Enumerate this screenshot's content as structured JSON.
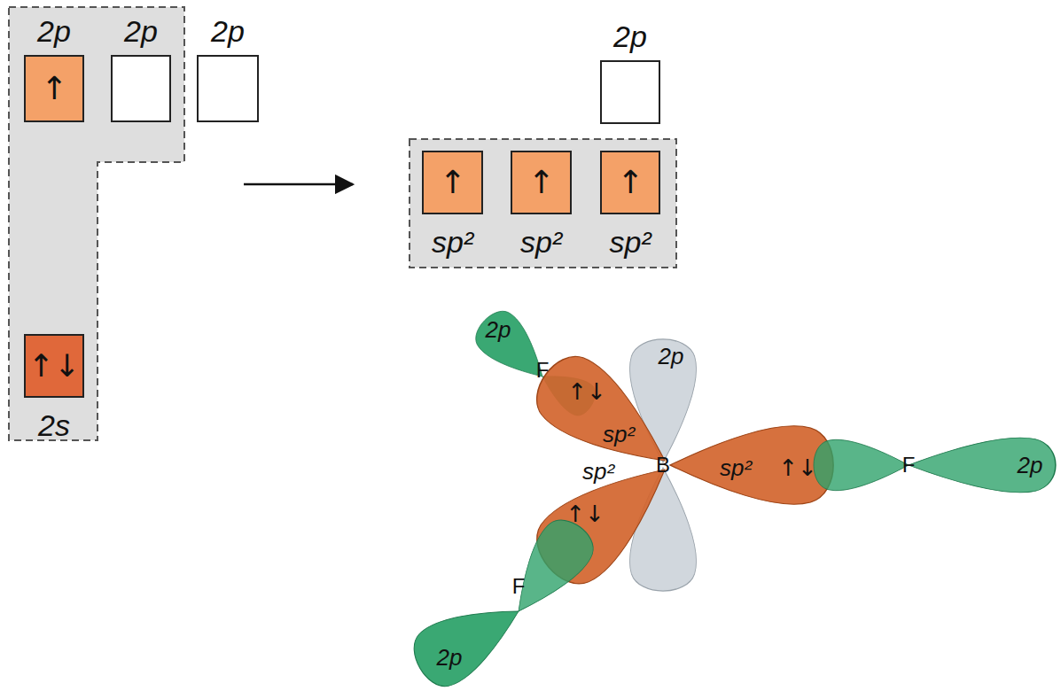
{
  "diagram": {
    "nodes": [
      {
        "text": [
          "2p",
          "↑"
        ]
      },
      {
        "text": [
          "2p"
        ]
      },
      {
        "text": [
          "2p"
        ]
      },
      {
        "text": [
          "↑↓",
          "2s"
        ]
      },
      {
        "text": [
          "2p"
        ]
      },
      {
        "text": [
          "↑",
          "sp²"
        ]
      },
      {
        "text": [
          "↑",
          "sp²"
        ]
      },
      {
        "text": [
          "↑",
          "sp²"
        ]
      }
    ],
    "labels": [
      "2p",
      "2p",
      "F",
      "↑↓",
      "sp²",
      "sp²",
      "B",
      "sp²",
      "↑↓",
      "F",
      "2p",
      "↑↓",
      "F",
      "2p"
    ]
  }
}
